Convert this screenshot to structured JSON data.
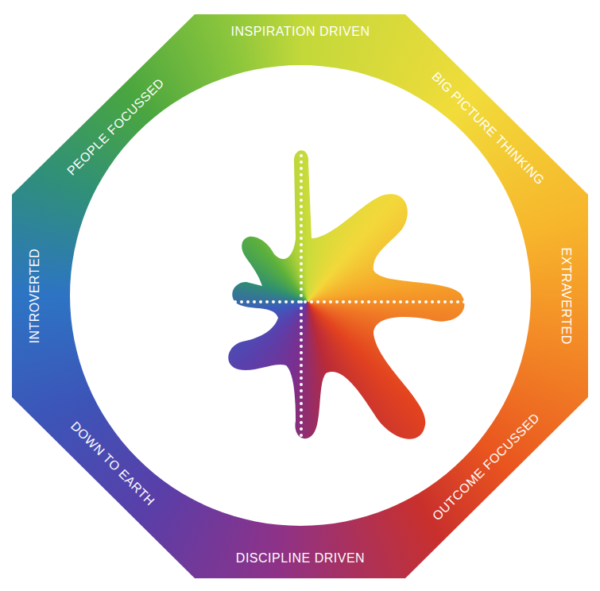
{
  "diagram": {
    "nodes": [
      {
        "text": [
          "INSPIRATION DRIVEN",
          "BIG PICTURE THINKING",
          "EXTRAVERTED",
          "OUTCOME FOCUSSED",
          "DISCIPLINE DRIVEN",
          "DOWN TO EARTH",
          "INTROVERTED",
          "PEOPLE FOCUSSED"
        ]
      }
    ]
  }
}
